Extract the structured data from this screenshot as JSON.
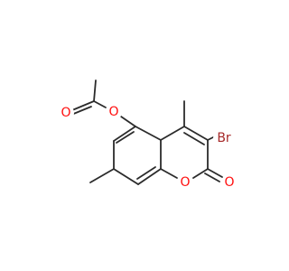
{
  "molecule": {
    "atoms": {
      "acetyl_oxygen": {
        "symbol": "O",
        "color": "#ff0d0d"
      },
      "ester_oxygen": {
        "symbol": "O",
        "color": "#ff0d0d"
      },
      "bromine": {
        "symbol": "Br",
        "color": "#a62929"
      },
      "ring_oxygen": {
        "symbol": "O",
        "color": "#ff0d0d"
      },
      "lactone_oxygen": {
        "symbol": "O",
        "color": "#ff0d0d"
      }
    },
    "bond_color": "#2b2b2b"
  }
}
